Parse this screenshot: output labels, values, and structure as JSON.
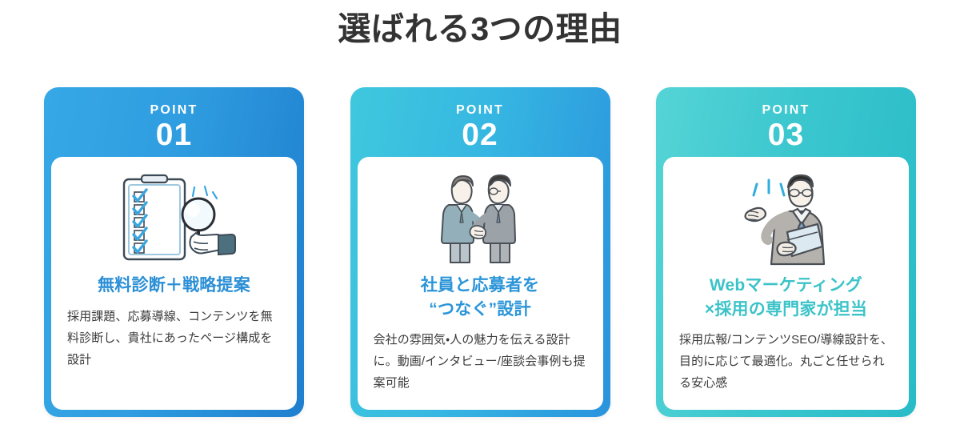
{
  "section": {
    "title": "選ばれる3つの理由",
    "title_color": "#333333"
  },
  "cards": [
    {
      "point_label": "POINT",
      "point_number": "01",
      "heading": "無料診断＋戦略提案",
      "body": "採用課題、応募導線、コンテンツを無料診断し、貴社にあったページ構成を設計",
      "illustration": "clipboard-checklist-magnifier-illustration",
      "gradient_from": "#36a8e6",
      "gradient_to": "#1f7fcf",
      "heading_color": "#2b8fd6"
    },
    {
      "point_label": "POINT",
      "point_number": "02",
      "heading": "社員と応募者を\n“つなぐ”設計",
      "body": "会社の雰囲気・人の魅力を伝える設計に。動画/インタビュー/座談会事例も提案可能",
      "illustration": "handshake-two-businesspeople-illustration",
      "gradient_from": "#3fc8dd",
      "gradient_to": "#2a93dd",
      "heading_color": "#2b95d8"
    },
    {
      "point_label": "POINT",
      "point_number": "03",
      "heading": "Webマーケティング\n×採用の専門家が担当",
      "body": "採用広報/コンテンツSEO/導線設計を、目的に応じて最適化。丸ごと任せられる安心感",
      "illustration": "businessman-presenting-documents-illustration",
      "gradient_from": "#55d4d6",
      "gradient_to": "#28bcc8",
      "heading_color": "#3cc3c8"
    }
  ]
}
